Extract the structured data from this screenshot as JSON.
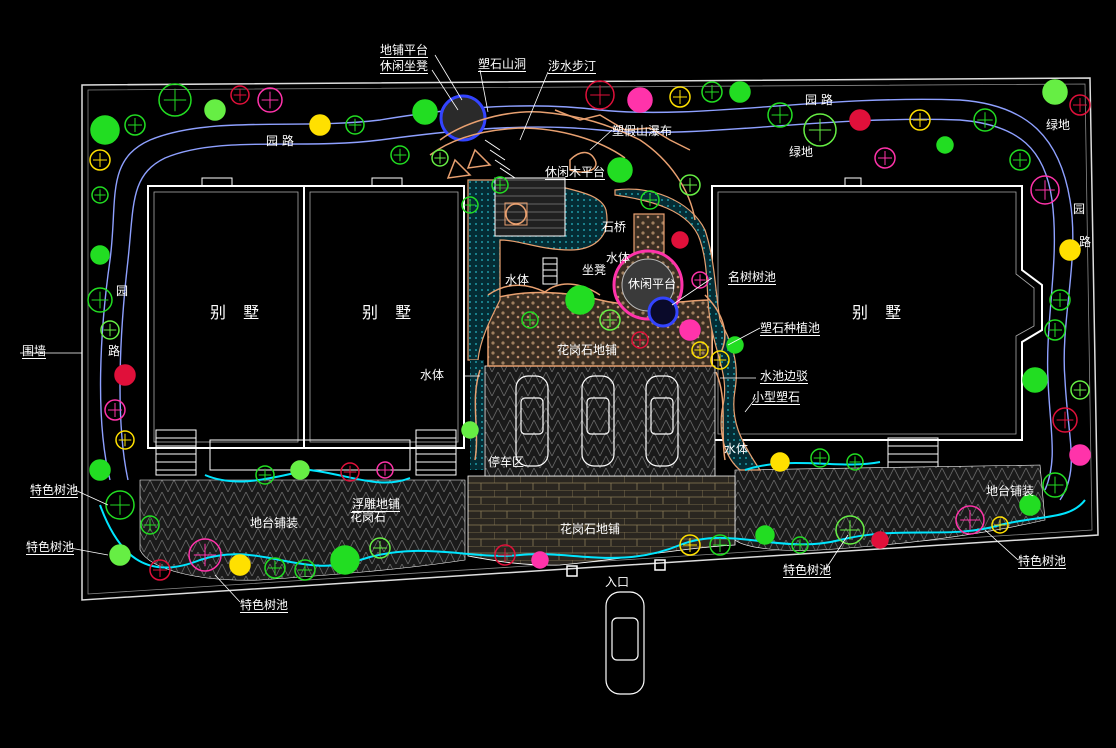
{
  "labels": {
    "paved_platform": "地铺平台",
    "leisure_bench_top": "休闲坐凳",
    "rock_cave": "塑石山洞",
    "stepping_stones": "涉水步汀",
    "rockery_waterfall": "塑假山瀑布",
    "garden_path": "园 路",
    "garden_path_single": "园",
    "garden_path_road": "路",
    "green_land": "绿地",
    "leisure_wood_deck": "休闲木平台",
    "stone_bridge": "石桥",
    "water_body": "水体",
    "bench": "坐凳",
    "leisure_platform": "休闲平台",
    "famous_tree_pool": "名树树池",
    "rock_planter": "塑石种植池",
    "granite_paving": "花岗石地铺",
    "pool_edge": "水池边驳",
    "small_rock": "小型塑石",
    "villa": "别 墅",
    "boundary_wall": "围墙",
    "parking": "停车区",
    "feature_tree_pool": "特色树池",
    "terrace_paving": "地台铺装",
    "relief_paving": "浮雕地铺",
    "granite": "花岗石",
    "entrance": "入口"
  },
  "colors": {
    "background": "#000000",
    "lines": "#ffffff",
    "water": "#00e5ff",
    "path": "#8ea0ff",
    "tree_green": "#22dd22",
    "tree_red": "#e0103a",
    "tree_magenta": "#ff33aa",
    "rock": "#e8a070",
    "yellow_flower": "#ffe000"
  }
}
